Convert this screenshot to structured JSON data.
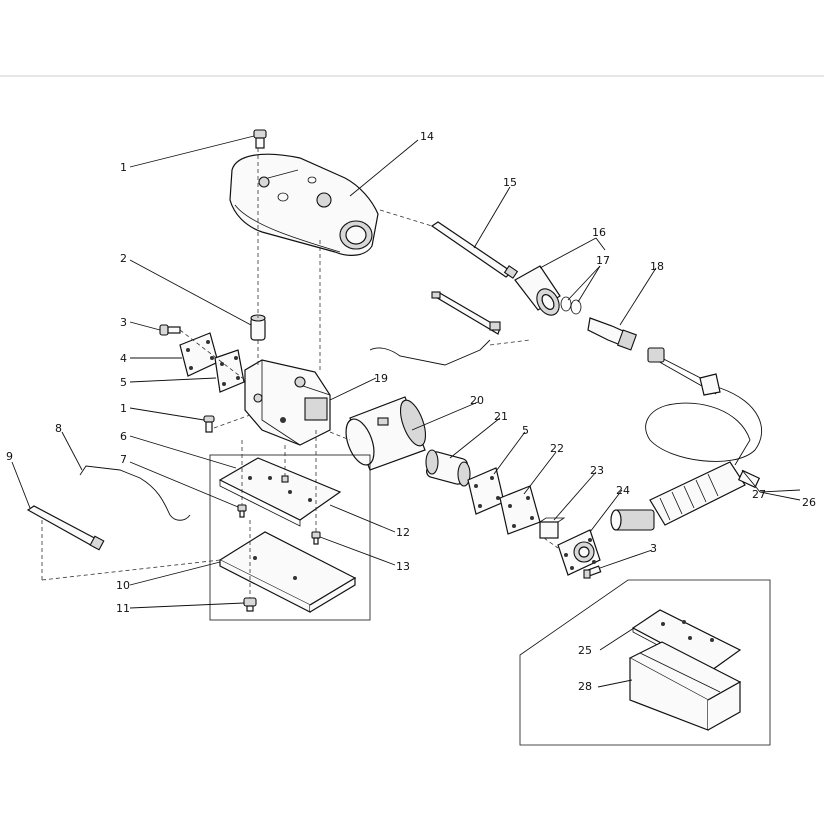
{
  "diagram": {
    "callouts": [
      {
        "id": "c1a",
        "text": "1"
      },
      {
        "id": "c2",
        "text": "2"
      },
      {
        "id": "c3a",
        "text": "3"
      },
      {
        "id": "c4",
        "text": "4"
      },
      {
        "id": "c5a",
        "text": "5"
      },
      {
        "id": "c1b",
        "text": "1"
      },
      {
        "id": "c6",
        "text": "6"
      },
      {
        "id": "c7",
        "text": "7"
      },
      {
        "id": "c8",
        "text": "8"
      },
      {
        "id": "c9",
        "text": "9"
      },
      {
        "id": "c10",
        "text": "10"
      },
      {
        "id": "c11",
        "text": "11"
      },
      {
        "id": "c12",
        "text": "12"
      },
      {
        "id": "c13",
        "text": "13"
      },
      {
        "id": "c14",
        "text": "14"
      },
      {
        "id": "c15",
        "text": "15"
      },
      {
        "id": "c16",
        "text": "16"
      },
      {
        "id": "c17",
        "text": "17"
      },
      {
        "id": "c18",
        "text": "18"
      },
      {
        "id": "c19",
        "text": "19"
      },
      {
        "id": "c20",
        "text": "20"
      },
      {
        "id": "c21",
        "text": "21"
      },
      {
        "id": "c5b",
        "text": "5"
      },
      {
        "id": "c22",
        "text": "22"
      },
      {
        "id": "c23",
        "text": "23"
      },
      {
        "id": "c24",
        "text": "24"
      },
      {
        "id": "c3b",
        "text": "3"
      },
      {
        "id": "c25",
        "text": "25"
      },
      {
        "id": "c26",
        "text": "26"
      },
      {
        "id": "c27",
        "text": "27"
      },
      {
        "id": "c28",
        "text": "28"
      }
    ]
  }
}
